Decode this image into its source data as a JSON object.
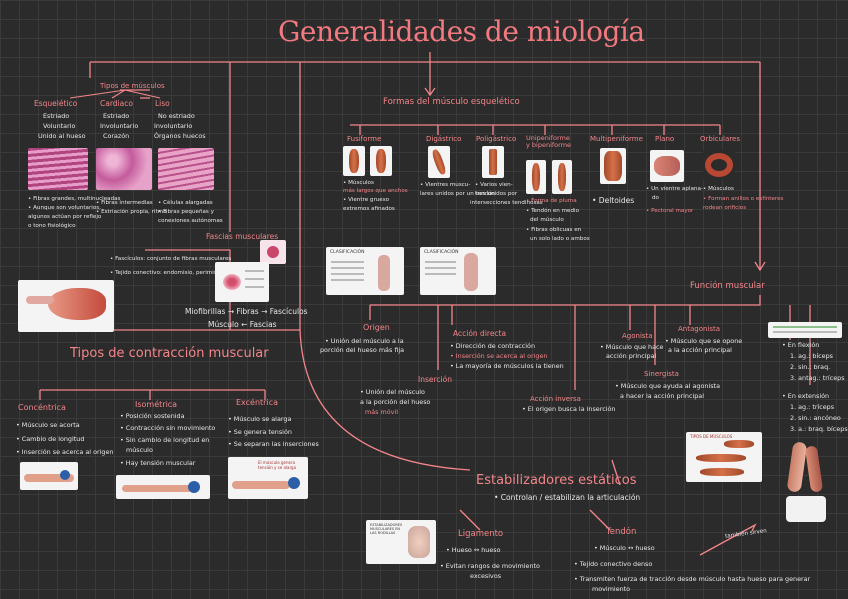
{
  "title": "Generalidades de miología",
  "tipos": {
    "header": "Tipos de músculos",
    "cols": [
      {
        "name": "Esquelético",
        "lines": [
          "Estriado",
          "Voluntario",
          "Unido al hueso"
        ]
      },
      {
        "name": "Cardiaco",
        "lines": [
          "Estriado",
          "Involuntario",
          "Corazón"
        ]
      },
      {
        "name": "Liso",
        "lines": [
          "No estriado",
          "Involuntario",
          "Órganos huecos"
        ]
      }
    ],
    "notes": [
      [
        "• Fibras grandes, multinucleadas",
        "• Aunque son voluntarios,",
        "algunos actúan por reflejo",
        "o tono fisiológico"
      ],
      [
        "• Fibras intermedias",
        "• Estriación propia, ritmo"
      ],
      [
        "• Células alargadas",
        "• Fibras pequeñas y",
        "conexiones autónomas"
      ]
    ]
  },
  "formas": {
    "header": "Formas del músculo esquelético",
    "items": [
      {
        "name": "Fusiforme",
        "notes": [
          "• Músculos",
          "más largos que anchos",
          "• Vientre grueso",
          "extremos afinados"
        ]
      },
      {
        "name": "Digástrico",
        "notes": [
          "• Vientres muscu-",
          "lares unidos por un tendón"
        ]
      },
      {
        "name": "Poligástrico",
        "notes": [
          "• Varios vien-",
          "tres unidos por",
          "intersecciones tendinosas"
        ]
      },
      {
        "name": "Unipeniforme y bipeniforme",
        "notes": [
          "• Forma de pluma",
          "• Tendón en medio",
          "del músculo",
          "• Fibras oblicuas en",
          "un solo lado o ambos"
        ]
      },
      {
        "name": "Multipeniforme",
        "notes": [
          "• Deltoides"
        ]
      },
      {
        "name": "Plano",
        "notes": [
          "• Un vientre aplana-",
          "do",
          "• Pectoral mayor"
        ]
      },
      {
        "name": "Orbiculares",
        "notes": [
          "• Músculos",
          "• Forman anillos o esfínteres",
          "rodean orificios"
        ]
      }
    ]
  },
  "fascia": {
    "header": "Fascias musculares",
    "notes": [
      "• Fascículos: conjunto de fibras musculares",
      "• Tejido conectivo: endomisio, perimisio, epimisio"
    ],
    "chain": "Miofibrillas → Fibras → Fascículos",
    "chain2": "Músculo ← Fascias"
  },
  "funcion": {
    "header": "Función muscular",
    "origen": {
      "title": "Origen",
      "lines": [
        "• Unión del músculo a la",
        "porción del hueso más fija"
      ]
    },
    "insercion": {
      "title": "Inserción",
      "lines": [
        "• Unión del músculo",
        "a la porción del hueso",
        "más móvil"
      ]
    },
    "accion": {
      "title": "Acción directa",
      "lines": [
        "• Dirección de contracción",
        "• Inserción se acerca al origen",
        "• La mayoría de músculos la tienen"
      ]
    },
    "inversa": {
      "title": "Acción inversa",
      "lines": [
        "• El origen busca la inserción"
      ]
    },
    "agonista": {
      "title": "Agonista",
      "lines": [
        "• Músculo que hace",
        "acción principal"
      ]
    },
    "antagonista": {
      "title": "Antagonista",
      "lines": [
        "• Músculo que se opone",
        "a la acción principal"
      ]
    },
    "sinergista": {
      "title": "Sinergista",
      "lines": [
        "• Músculo que ayuda al agonista",
        "a hacer la acción principal"
      ]
    },
    "flexion": [
      "• En flexión",
      "1. ag.: bíceps",
      "2. sin.: braq.",
      "3. antag.: tríceps"
    ],
    "extension": [
      "• En extensión",
      "1. ag.: tríceps",
      "2. sin.: ancóneo",
      "3. a.: braq. bíceps"
    ]
  },
  "contraccion": {
    "header": "Tipos de contracción muscular",
    "items": [
      {
        "name": "Concéntrica",
        "lines": [
          "• Músculo se acorta",
          "• Cambio de longitud",
          "• Inserción se acerca al origen"
        ]
      },
      {
        "name": "Isométrica",
        "lines": [
          "• Posición sostenida",
          "• Contracción sin movimiento",
          "• Sin cambio de longitud en",
          "músculo",
          "• Hay tensión muscular"
        ]
      },
      {
        "name": "Excéntrica",
        "lines": [
          "• Músculo se alarga",
          "• Se genera tensión",
          "• Se separan las inserciones"
        ]
      }
    ],
    "caption": "El músculo genera tensión y se alarga"
  },
  "estabilizadores": {
    "header": "Estabilizadores estáticos",
    "sub": "• Controlan / estabilizan la articulación",
    "ligamento": {
      "title": "Ligamento",
      "lines": [
        "• Hueso ↔ hueso",
        "• Evitan rangos de movimiento",
        "excesivos"
      ]
    },
    "tendon": {
      "title": "Tendón",
      "lines": [
        "• Músculo ↔ hueso",
        "• Tejido conectivo denso",
        "• Transmiten fuerza de tracción desde músculo hasta hueso para generar",
        "movimiento"
      ]
    },
    "note": "también sirven"
  },
  "cards": {
    "clasificacion": "CLASIFICACIÓN",
    "clas2": "CLASIFICACIÓN",
    "ligcard": "ESTABILIZADORES MUSCULARES EN LAS RODILLAS",
    "tipos": "TIPOS DE MÚSCULOS"
  },
  "colors": {
    "accent": "#f3858a",
    "bg": "#2b2b2b",
    "text": "#e8e8e8"
  }
}
